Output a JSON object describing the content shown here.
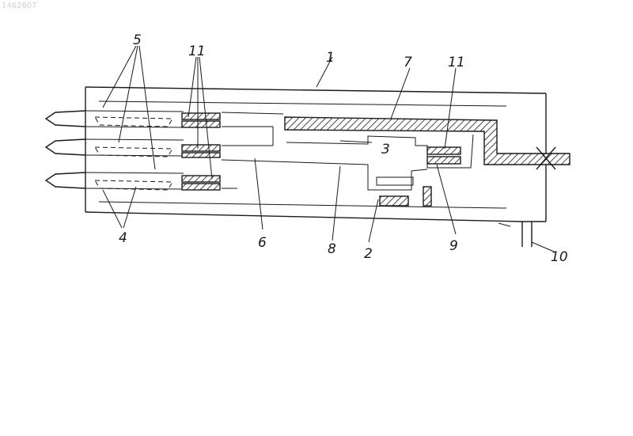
{
  "watermark": "1462607",
  "labels": {
    "l1": "1",
    "l2": "2",
    "l3": "3",
    "l4": "4",
    "l5": "5",
    "l6": "6",
    "l7": "7",
    "l8": "8",
    "l9": "9",
    "l10": "10",
    "l11a": "11",
    "l11b": "11"
  }
}
